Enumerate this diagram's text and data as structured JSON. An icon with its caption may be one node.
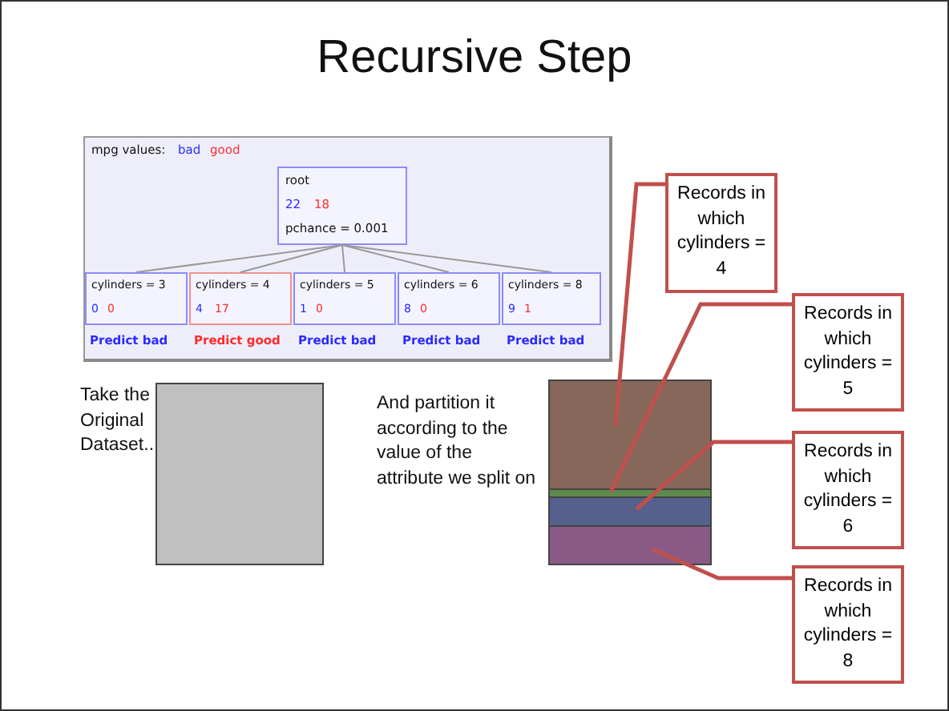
{
  "diagram": {
    "title": "Recursive Step",
    "nodes": [
      {
        "text": [
          "mpg values:",
          "bad",
          "good"
        ]
      },
      {
        "text": [
          "root",
          "22",
          "18",
          "pchance = 0.001"
        ],
        "in": 0
      },
      {
        "text": [
          "cylinders = 3",
          "0",
          "0"
        ],
        "beside": [
          "Predict bad"
        ],
        "in": 0
      },
      {
        "text": [
          "cylinders = 4",
          "4",
          "17"
        ],
        "beside": [
          "Predict good"
        ],
        "in": 0
      },
      {
        "text": [
          "cylinders = 5",
          "1",
          "0"
        ],
        "beside": [
          "Predict bad"
        ],
        "in": 0
      },
      {
        "text": [
          "cylinders = 6",
          "8",
          "0"
        ],
        "beside": [
          "Predict bad"
        ],
        "in": 0
      },
      {
        "text": [
          "cylinders = 8",
          "9",
          "1"
        ],
        "beside": [
          "Predict bad"
        ],
        "in": 0
      },
      {
        "text": [],
        "shape": "box"
      },
      {
        "text": [],
        "shape": "bar"
      },
      {
        "text": [],
        "shape": "bar"
      },
      {
        "text": [],
        "shape": "bar"
      },
      {
        "text": [],
        "shape": "bar"
      },
      {
        "text": [
          "Records in which cylinders = 4"
        ]
      },
      {
        "text": [
          "Records in which cylinders = 5"
        ]
      },
      {
        "text": [
          "Records in which cylinders = 6"
        ]
      },
      {
        "text": [
          "Records in which cylinders = 8"
        ]
      }
    ],
    "edges": [
      {
        "from": 1,
        "to": 2,
        "arrow": "none"
      },
      {
        "from": 1,
        "to": 3,
        "arrow": "none"
      },
      {
        "from": 1,
        "to": 4,
        "arrow": "none"
      },
      {
        "from": 1,
        "to": 5,
        "arrow": "none"
      },
      {
        "from": 1,
        "to": 6,
        "arrow": "none"
      },
      {
        "from": 12,
        "to": 8,
        "arrow": "none",
        "style": "thick"
      },
      {
        "from": 13,
        "to": 9,
        "arrow": "none",
        "style": "thick"
      },
      {
        "from": 14,
        "to": 10,
        "arrow": "none",
        "style": "thick"
      },
      {
        "from": 15,
        "to": 11,
        "arrow": "none",
        "style": "thick"
      }
    ],
    "labels": [
      "Take the Original Dataset..",
      "And partition it according to the value of the attribute we split on"
    ]
  }
}
